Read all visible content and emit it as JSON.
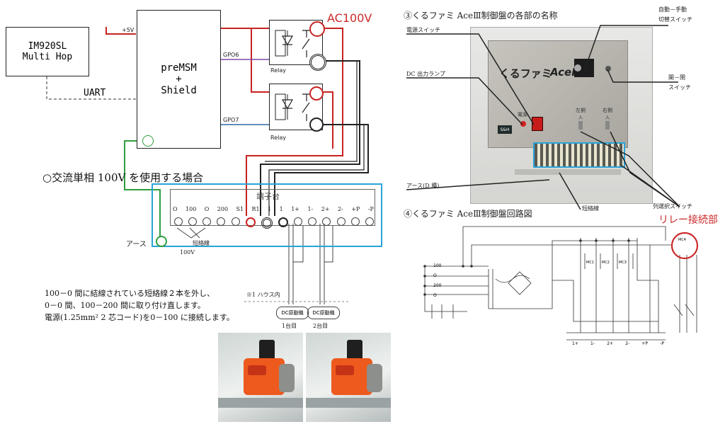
{
  "left": {
    "im920": {
      "line1": "IM920SL",
      "line2": "Multi Hop"
    },
    "uart_label": "UART",
    "premsm": {
      "line1": "preMSM",
      "line2": "+",
      "line3": "Shield"
    },
    "pin_5v": "+5V",
    "pin_gpo6": "GPO6",
    "pin_gpo7": "GPO7",
    "relay_label_1": "Relay",
    "relay_label_2": "Relay",
    "ac100v": "AC100V",
    "heading": "○交流単相 100V を使用する場合",
    "terminal_block": {
      "title": "端子台",
      "terminals": [
        "O",
        "100",
        "O",
        "200",
        "S1",
        "R1",
        "1",
        "1",
        "1+",
        "1-",
        "2+",
        "2-",
        "+P",
        "-P"
      ]
    },
    "earth_label": "アース",
    "short_wire_label": "短絡線",
    "dim_label": "100V",
    "note_house": "※1 ハウス内",
    "motor_label_1": "DC原動機",
    "motor_label_2": "DC原動機",
    "unit_label_1": "1台目",
    "unit_label_2": "2台目",
    "instructions": [
      "100－0 間に結線されている短絡線２本を外し、",
      "0－0 間、100－200 間に取り付け直します。",
      "電源(1.25mm²  2 芯コード)を0－100 に接続します。"
    ]
  },
  "right": {
    "section3_title": "③くるファミ AceⅢ制御盤の各部の名称",
    "section4_title": "④くるファミ AceⅢ制御盤回路図",
    "labels": {
      "power_switch": "電源スイッチ",
      "dc_lamp": "DC 出力ランプ",
      "earth": "アース(D 種)",
      "short_wire": "短絡線",
      "auto_manual_1": "自動－手動",
      "auto_manual_2": "切替スイッチ",
      "open_close_1": "開－閉",
      "open_close_2": "スイッチ",
      "column_select": "列選択スイッチ",
      "relay_connection": "リレー接続部"
    },
    "panel": {
      "brand": "くるファミ",
      "model": "AceⅢ",
      "badge": "S&H",
      "power_text": "電源",
      "sw_left": "左側",
      "sw_right": "右側",
      "sw_in": "入"
    },
    "circuit": {
      "terminal_labels": [
        "100",
        "O",
        "200",
        "O"
      ],
      "bottom_terminals": [
        "1+",
        "1-",
        "2+",
        "2-",
        "+P",
        "-P"
      ],
      "coil_labels": [
        "MC1",
        "MC2",
        "MC3",
        "MC4"
      ]
    }
  },
  "colors": {
    "red": "#cc2a2a",
    "blue": "#29a3d8",
    "green": "#2e9e3f",
    "purple": "#7a4aa8",
    "panel_bg": "#d8d8d2"
  }
}
